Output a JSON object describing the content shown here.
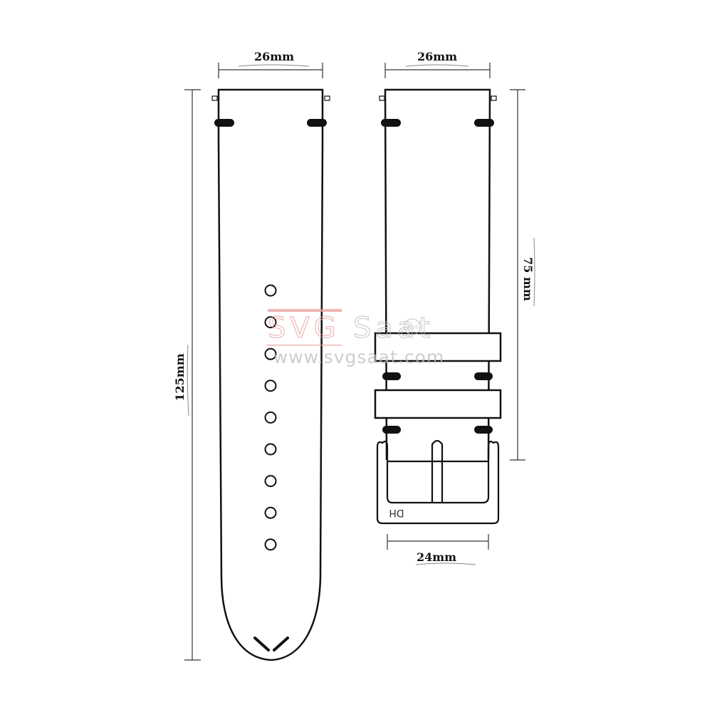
{
  "dimensions": {
    "long_strap_width": "26mm",
    "buckle_strap_width": "26mm",
    "long_strap_length": "125mm",
    "buckle_strap_length": "75 mm",
    "buckle_width": "24mm"
  },
  "buckle": {
    "engraving": "DH"
  },
  "watermark": {
    "brand_left": "SVG",
    "brand_right": "Saat",
    "url": "www.svgsaat.com",
    "tiny_mark": "0000"
  },
  "colors": {
    "outline": "#111111",
    "watermark_red": "#e8a0a0",
    "watermark_gray": "#bdbdbd",
    "dim_line": "#333333"
  },
  "icons": {
    "spring_bar": "spring-bar-pin",
    "strap_hole": "strap-hole",
    "tip_stitch": "v-stitch"
  },
  "long_strap": {
    "hole_count": 9
  }
}
